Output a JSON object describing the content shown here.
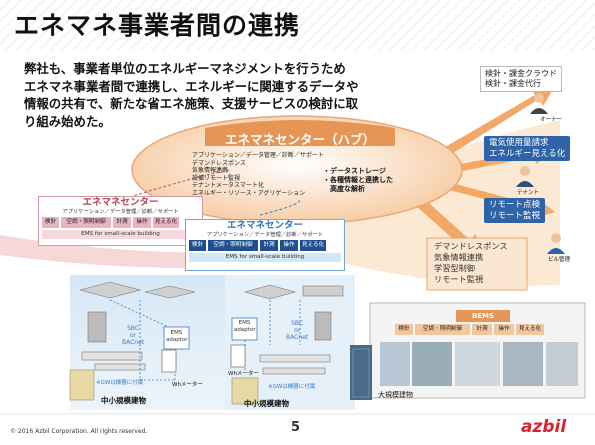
{
  "title": "エネマネ事業者間の連携",
  "intro": [
    "弊社も、事業者単位のエネルギーマネジメントを行うため",
    "エネマネ事業者間で連携し、エネルギーに関連するデータや",
    "情報の共有で、新たな省エネ施策、支援サービスの検討に取",
    "り組み始めた。"
  ],
  "hub": {
    "title": "エネマネセンター（ハブ）",
    "services": [
      "アプリケーション／データ管理／診断／サポート",
      "デマンドレスポンス",
      "気象情報連携",
      "設備リモート監視",
      "テナントメータスマート化",
      "エネルギー・リソース・アグリゲーション"
    ],
    "features": [
      "・データストレージ",
      "・各種情報と連携した",
      "　高度な解析"
    ]
  },
  "center_left": {
    "title": "エネマネセンター",
    "subtitle": "アプリケーション／データ管理／診断／サポート",
    "chips": [
      "検針",
      "空調・照明制御",
      "計測",
      "操作",
      "見える化"
    ],
    "ems": "EMS for small-scale building"
  },
  "center_mid": {
    "title": "エネマネセンター",
    "subtitle": "アプリケーション／データ管理／診断／サポート",
    "chips": [
      "検針",
      "空調・照明制御",
      "計測",
      "操作",
      "見える化"
    ],
    "ems": "EMS for small-scale building"
  },
  "right_boxes": {
    "cloud": [
      "検針・課金クラウド",
      "検針・課金代行"
    ],
    "owner": "オーナー",
    "billing": [
      "電気使用量請求",
      "エネルギー見える化"
    ],
    "tenant": "テナント",
    "remote": [
      "リモート点検",
      "リモート監視"
    ],
    "manager": "ビル管理",
    "demand": [
      "デマンドレスポンス",
      "気象情報連携",
      "学習型制御",
      "リモート監視"
    ]
  },
  "building_left": {
    "sbc": [
      "SBC",
      "or",
      "BACnet"
    ],
    "adaptor": [
      "EMS",
      "adaptor"
    ],
    "meter": "Whメーター",
    "gw": "※GWは機器に付属",
    "label": "中小規模建物"
  },
  "building_mid": {
    "adaptor": [
      "EMS",
      "adaptor"
    ],
    "sbc": [
      "SBC",
      "or",
      "BACnet"
    ],
    "meter": "Whメーター",
    "gw": "※GWは機器に付属",
    "label": "中小規模建物"
  },
  "bems": {
    "title": "BEMS",
    "chips": [
      "検針",
      "空調・照明制御",
      "計測",
      "操作",
      "見える化"
    ],
    "label": "大規模建物"
  },
  "footer": {
    "copyright": "© 2016 Azbil Corporation. All rights reserved.",
    "page": "5",
    "logo": "azbil"
  },
  "colors": {
    "orange": "#f2a46a",
    "hub_fill": "#fbe2c8",
    "blue": "#3c7cc4",
    "pink": "#c0566b",
    "dark_red": "#a93a2d"
  }
}
